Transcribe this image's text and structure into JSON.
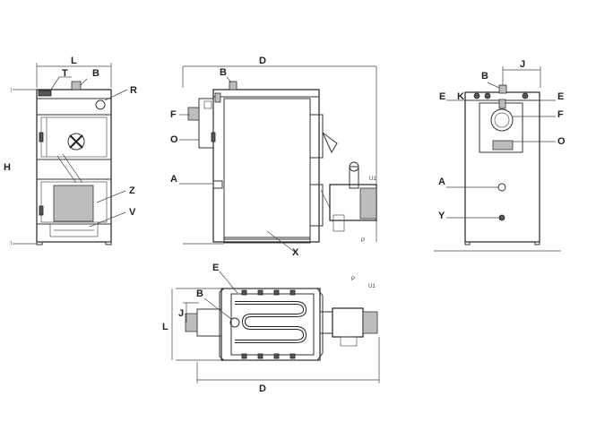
{
  "front_view": {
    "labels": {
      "L": "L",
      "T": "T",
      "B": "B",
      "R": "R",
      "H": "H",
      "Z": "Z",
      "V": "V"
    }
  },
  "side_view": {
    "labels": {
      "D": "D",
      "B": "B",
      "F": "F",
      "O": "O",
      "A": "A",
      "X": "X",
      "U1": "U1",
      "P": "P"
    }
  },
  "rear_view": {
    "labels": {
      "B": "B",
      "J": "J",
      "E_left": "E",
      "K": "K",
      "E_right": "E",
      "F": "F",
      "O": "O",
      "A": "A",
      "Y": "Y"
    }
  },
  "top_view": {
    "labels": {
      "E": "E",
      "B": "B",
      "J": "J",
      "L": "L",
      "D": "D",
      "P": "P",
      "U1": "U1"
    }
  }
}
